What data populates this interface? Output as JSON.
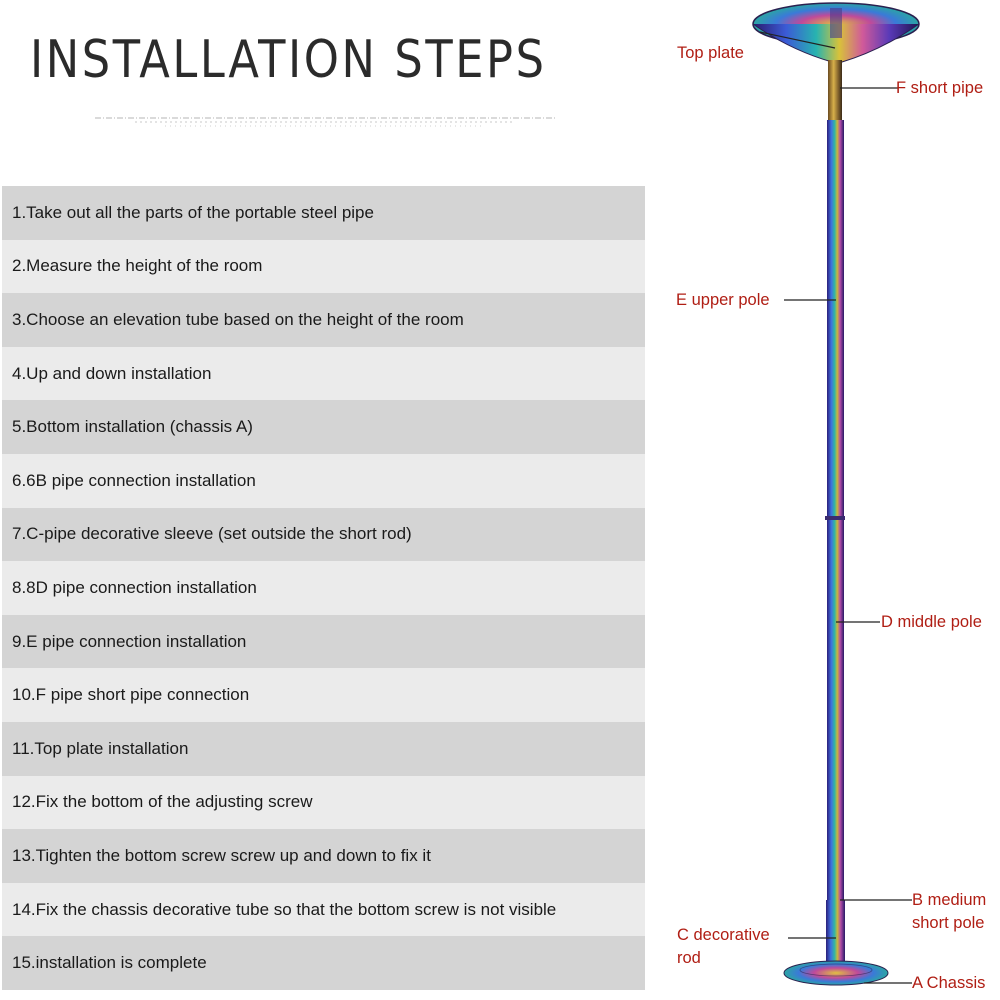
{
  "title": "INSTALLATION STEPS",
  "steps": [
    "1.Take out all the parts of the portable steel pipe",
    "2.Measure the height of the room",
    "3.Choose an elevation tube based on the height of the room",
    "4.Up and down installation",
    "5.Bottom installation (chassis A)",
    "6.6B pipe connection installation",
    "7.C-pipe decorative sleeve (set outside the short rod)",
    "8.8D pipe connection installation",
    "9.E pipe connection installation",
    "10.F pipe short pipe connection",
    "11.Top plate installation",
    "12.Fix the bottom of the adjusting screw",
    "13.Tighten the bottom screw screw up and down to fix it",
    "14.Fix the chassis decorative tube so that the bottom screw is not visible",
    "15.installation is complete"
  ],
  "parts": {
    "top_plate": "Top plate",
    "f_short_pipe": "F short pipe",
    "e_upper_pole": "E upper pole",
    "d_middle_pole": "D middle pole",
    "b_medium_line1": "B medium",
    "b_medium_line2": "short pole",
    "c_decorative_line1": "C decorative",
    "c_decorative_line2": "rod",
    "a_chassis": "A Chassis"
  },
  "colors": {
    "label_text": "#b01e14",
    "row_dark": "#d4d4d4",
    "row_light": "#ebebeb",
    "leader_line": "#222222"
  }
}
